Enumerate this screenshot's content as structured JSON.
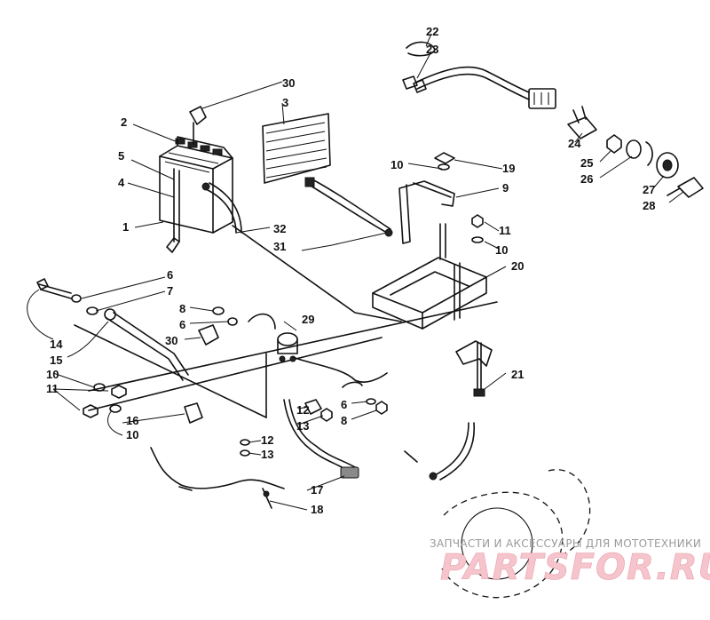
{
  "callouts": [
    {
      "id": "c1",
      "text": "1"
    },
    {
      "id": "c2",
      "text": "2"
    },
    {
      "id": "c3",
      "text": "3"
    },
    {
      "id": "c4",
      "text": "4"
    },
    {
      "id": "c5",
      "text": "5"
    },
    {
      "id": "c6a",
      "text": "6"
    },
    {
      "id": "c6b",
      "text": "6"
    },
    {
      "id": "c6c",
      "text": "6"
    },
    {
      "id": "c7",
      "text": "7"
    },
    {
      "id": "c8a",
      "text": "8"
    },
    {
      "id": "c8b",
      "text": "8"
    },
    {
      "id": "c9",
      "text": "9"
    },
    {
      "id": "c10a",
      "text": "10"
    },
    {
      "id": "c10b",
      "text": "10"
    },
    {
      "id": "c10c",
      "text": "10"
    },
    {
      "id": "c10d",
      "text": "10"
    },
    {
      "id": "c11a",
      "text": "11"
    },
    {
      "id": "c11b",
      "text": "11"
    },
    {
      "id": "c12a",
      "text": "12"
    },
    {
      "id": "c12b",
      "text": "12"
    },
    {
      "id": "c13a",
      "text": "13"
    },
    {
      "id": "c13b",
      "text": "13"
    },
    {
      "id": "c14",
      "text": "14"
    },
    {
      "id": "c15",
      "text": "15"
    },
    {
      "id": "c16",
      "text": "16"
    },
    {
      "id": "c17",
      "text": "17"
    },
    {
      "id": "c18",
      "text": "18"
    },
    {
      "id": "c19",
      "text": "19"
    },
    {
      "id": "c20",
      "text": "20"
    },
    {
      "id": "c21",
      "text": "21"
    },
    {
      "id": "c22",
      "text": "22"
    },
    {
      "id": "c23",
      "text": "23"
    },
    {
      "id": "c24",
      "text": "24"
    },
    {
      "id": "c25",
      "text": "25"
    },
    {
      "id": "c26",
      "text": "26"
    },
    {
      "id": "c27",
      "text": "27"
    },
    {
      "id": "c28",
      "text": "28"
    },
    {
      "id": "c29",
      "text": "29"
    },
    {
      "id": "c30a",
      "text": "30"
    },
    {
      "id": "c30b",
      "text": "30"
    },
    {
      "id": "c31",
      "text": "31"
    },
    {
      "id": "c32",
      "text": "32"
    }
  ],
  "watermark": {
    "subtitle": "ЗАПЧАСТИ И АКСЕССУАРЫ ДЛЯ МОТОТЕХНИКИ",
    "logo": "PARTSFOR.RU",
    "logo_color": "#f6c4cc"
  }
}
